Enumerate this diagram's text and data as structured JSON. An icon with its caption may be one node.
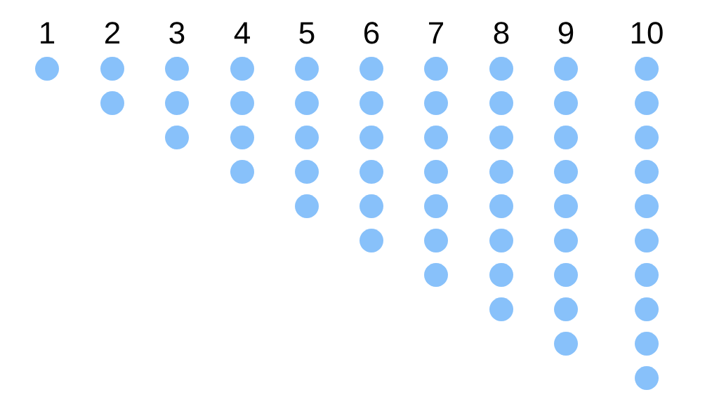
{
  "diagram": {
    "labels": [
      "1",
      "2",
      "3",
      "4",
      "5",
      "6",
      "7",
      "8",
      "9",
      "10"
    ]
  }
}
